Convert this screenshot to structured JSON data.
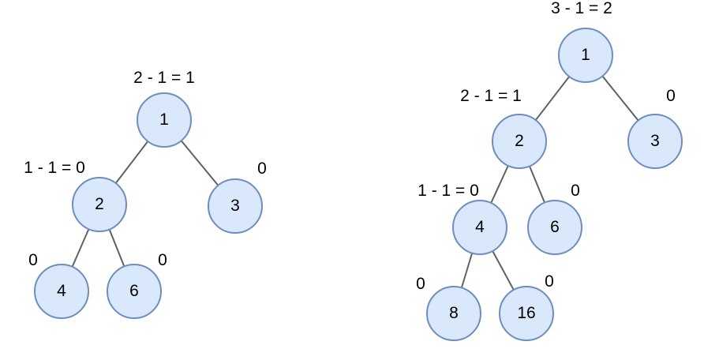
{
  "colors": {
    "node_fill": "#dae8fc",
    "node_border": "#6c8ebf",
    "edge": "#616161",
    "text": "#000000",
    "background": "#ffffff"
  },
  "trees": [
    {
      "name": "left-tree",
      "nodes": [
        {
          "value": "1",
          "balance": "2 - 1 = 1"
        },
        {
          "value": "2",
          "balance": "1 - 1 = 0"
        },
        {
          "value": "3",
          "balance": "0"
        },
        {
          "value": "4",
          "balance": "0"
        },
        {
          "value": "6",
          "balance": "0"
        }
      ],
      "edges": [
        [
          "1",
          "2"
        ],
        [
          "1",
          "3"
        ],
        [
          "2",
          "4"
        ],
        [
          "2",
          "6"
        ]
      ]
    },
    {
      "name": "right-tree",
      "nodes": [
        {
          "value": "1",
          "balance": "3 - 1 = 2"
        },
        {
          "value": "2",
          "balance": "2 - 1 = 1"
        },
        {
          "value": "3",
          "balance": "0"
        },
        {
          "value": "4",
          "balance": "1 - 1 = 0"
        },
        {
          "value": "6",
          "balance": "0"
        },
        {
          "value": "8",
          "balance": "0"
        },
        {
          "value": "16",
          "balance": "0"
        }
      ],
      "edges": [
        [
          "1",
          "2"
        ],
        [
          "1",
          "3"
        ],
        [
          "2",
          "4"
        ],
        [
          "2",
          "6"
        ],
        [
          "4",
          "8"
        ],
        [
          "4",
          "16"
        ]
      ]
    }
  ]
}
